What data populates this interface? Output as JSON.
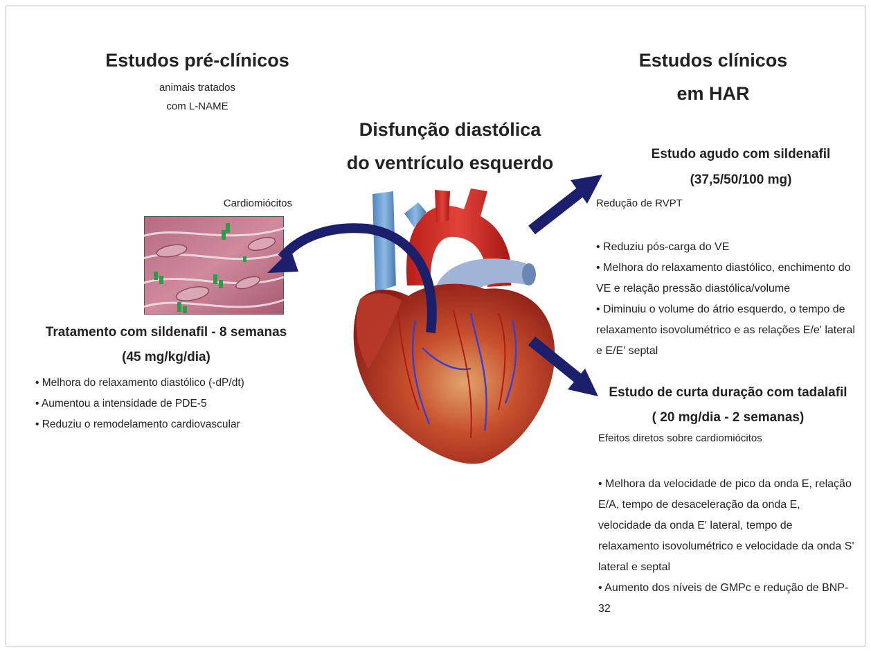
{
  "left": {
    "title": "Estudos pré-clínicos",
    "subtitle_line1": "animais tratados",
    "subtitle_line2": "com L-NAME",
    "cardio_label": "Cardiomiócitos",
    "heading_line1": "Tratamento com sildenafil - 8 semanas",
    "heading_line2": "(45 mg/kg/dia)",
    "items": [
      "• Melhora do relaxamento diastólico (-dP/dt)",
      "• Aumentou a intensidade de PDE-5",
      "• Reduziu o remodelamento cardiovascular"
    ]
  },
  "center": {
    "title_line1": "Disfunção diastólica",
    "title_line2": "do ventrículo esquerdo"
  },
  "right": {
    "title_line1": "Estudos clínicos",
    "title_line2": "em HAR",
    "acute": {
      "heading_line1": "Estudo agudo com sildenafil",
      "heading_line2": "(37,5/50/100 mg)",
      "subtitle": "Redução de RVPT",
      "items": [
        "• Reduziu pós-carga do VE",
        "• Melhora do relaxamento diastólico, enchimento do VE e relação pressão diastólica/volume",
        "• Diminuiu o volume do átrio esquerdo, o tempo de relaxamento isovolumétrico e as relações E/e' lateral e E/E' septal"
      ]
    },
    "short": {
      "heading_line1": "Estudo de curta duração com tadalafil",
      "heading_line2": "( 20 mg/dia - 2 semanas)",
      "subtitle": "Efeitos diretos sobre cardiomiócitos",
      "items": [
        "• Melhora da velocidade de pico da onda E, relação E/A, tempo de desaceleração da onda E, velocidade da onda E' lateral, tempo de relaxamento isovolumétrico e velocidade da onda S' lateral e septal",
        "• Aumento dos níveis de GMPc e redução de BNP-32"
      ]
    }
  },
  "colors": {
    "arrow": "#1c1f6b",
    "text": "#222222",
    "heart_red": "#c8281e",
    "vessel_blue": "#6f9fd2",
    "tissue_pink": "#c97d8f"
  },
  "icons": {
    "heart": "anatomical-heart-illustration",
    "tissue": "cardiomyocyte-tissue-illustration",
    "arrows": [
      "curved-arrow-left",
      "arrow-up-right",
      "arrow-down-right"
    ]
  }
}
